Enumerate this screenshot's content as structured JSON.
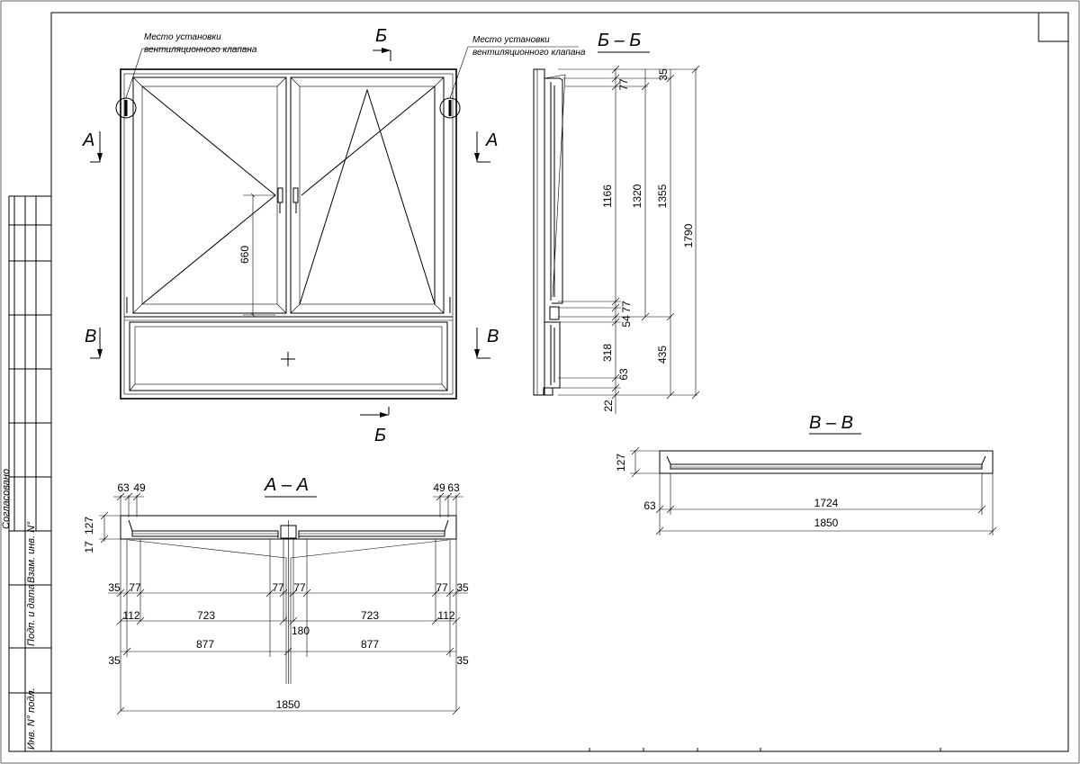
{
  "notes": {
    "vent_line1": "Место установки",
    "vent_line2": "вентиляционного клапана"
  },
  "sections": {
    "aa": "А – А",
    "bb": "Б – Б",
    "vv": "В – В",
    "marker_a": "А",
    "marker_b": "Б",
    "marker_v": "В"
  },
  "side_stamp": {
    "agreed": "Согласовано",
    "swap_inv": "Взам. инв. N°",
    "sign_date": "Подп. и дата",
    "inv_orig": "Инв. N° подл."
  },
  "front_dims": {
    "sash_handle": "660"
  },
  "bb_dims": {
    "d35": "35",
    "d77a": "77",
    "d1166": "1166",
    "d1320": "1320",
    "d1355": "1355",
    "d1790": "1790",
    "d54": "54",
    "d77b": "77",
    "d318": "318",
    "d63": "63",
    "d435": "435",
    "d22": "22"
  },
  "vv_dims": {
    "d127": "127",
    "d63": "63",
    "d1724": "1724",
    "d1850": "1850"
  },
  "aa_dims": {
    "t63l": "63",
    "t49l": "49",
    "t49r": "49",
    "t63r": "63",
    "d127": "127",
    "d17": "17",
    "r35l": "35",
    "r77l": "77",
    "r77cl": "77",
    "r77cr": "77",
    "r77r": "77",
    "r35r": "35",
    "r112l": "112",
    "r723l": "723",
    "r723r": "723",
    "r112r": "112",
    "r180": "180",
    "r877l": "877",
    "r877r": "877",
    "r35bl": "35",
    "r35br": "35",
    "total": "1850"
  }
}
